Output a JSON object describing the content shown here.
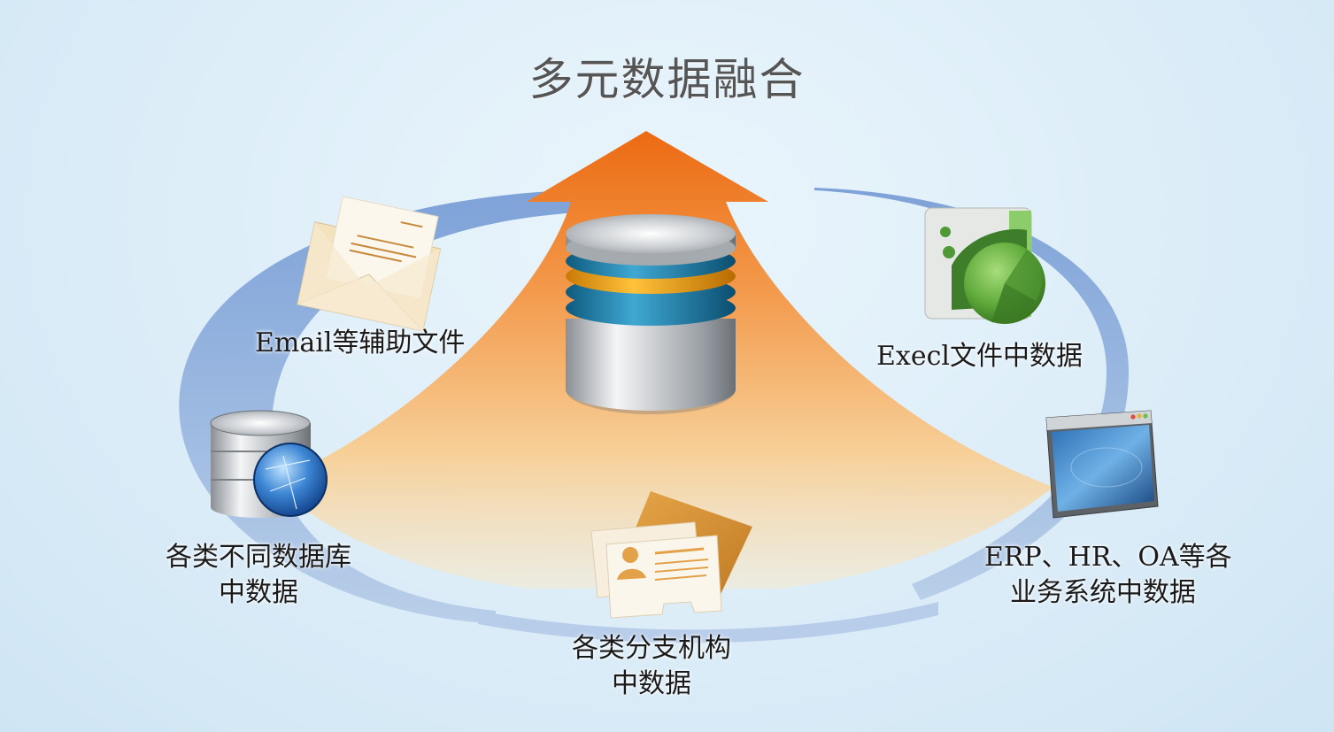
{
  "title": "多元数据融合",
  "colors": {
    "ring": "#8eaedc",
    "arrow_top": "#ec6a12",
    "arrow_bottom": "#f9e3bc",
    "background": "#dcedf8",
    "title_text": "#555555",
    "label_text": "#1a1a1a"
  },
  "center": {
    "icon": "database-stack-icon"
  },
  "nodes": [
    {
      "id": "email",
      "icon": "email-envelope-icon",
      "lines": [
        "Email等辅助文件"
      ]
    },
    {
      "id": "excel",
      "icon": "excel-spreadsheet-icon",
      "lines": [
        "Execl文件中数据"
      ]
    },
    {
      "id": "databases",
      "icon": "database-globe-icon",
      "lines": [
        "各类不同数据库",
        "中数据"
      ]
    },
    {
      "id": "business",
      "icon": "app-window-icon",
      "lines": [
        "ERP、HR、OA等各",
        "业务系统中数据"
      ]
    },
    {
      "id": "branches",
      "icon": "id-cards-icon",
      "lines": [
        "各类分支机构",
        "中数据"
      ]
    }
  ]
}
